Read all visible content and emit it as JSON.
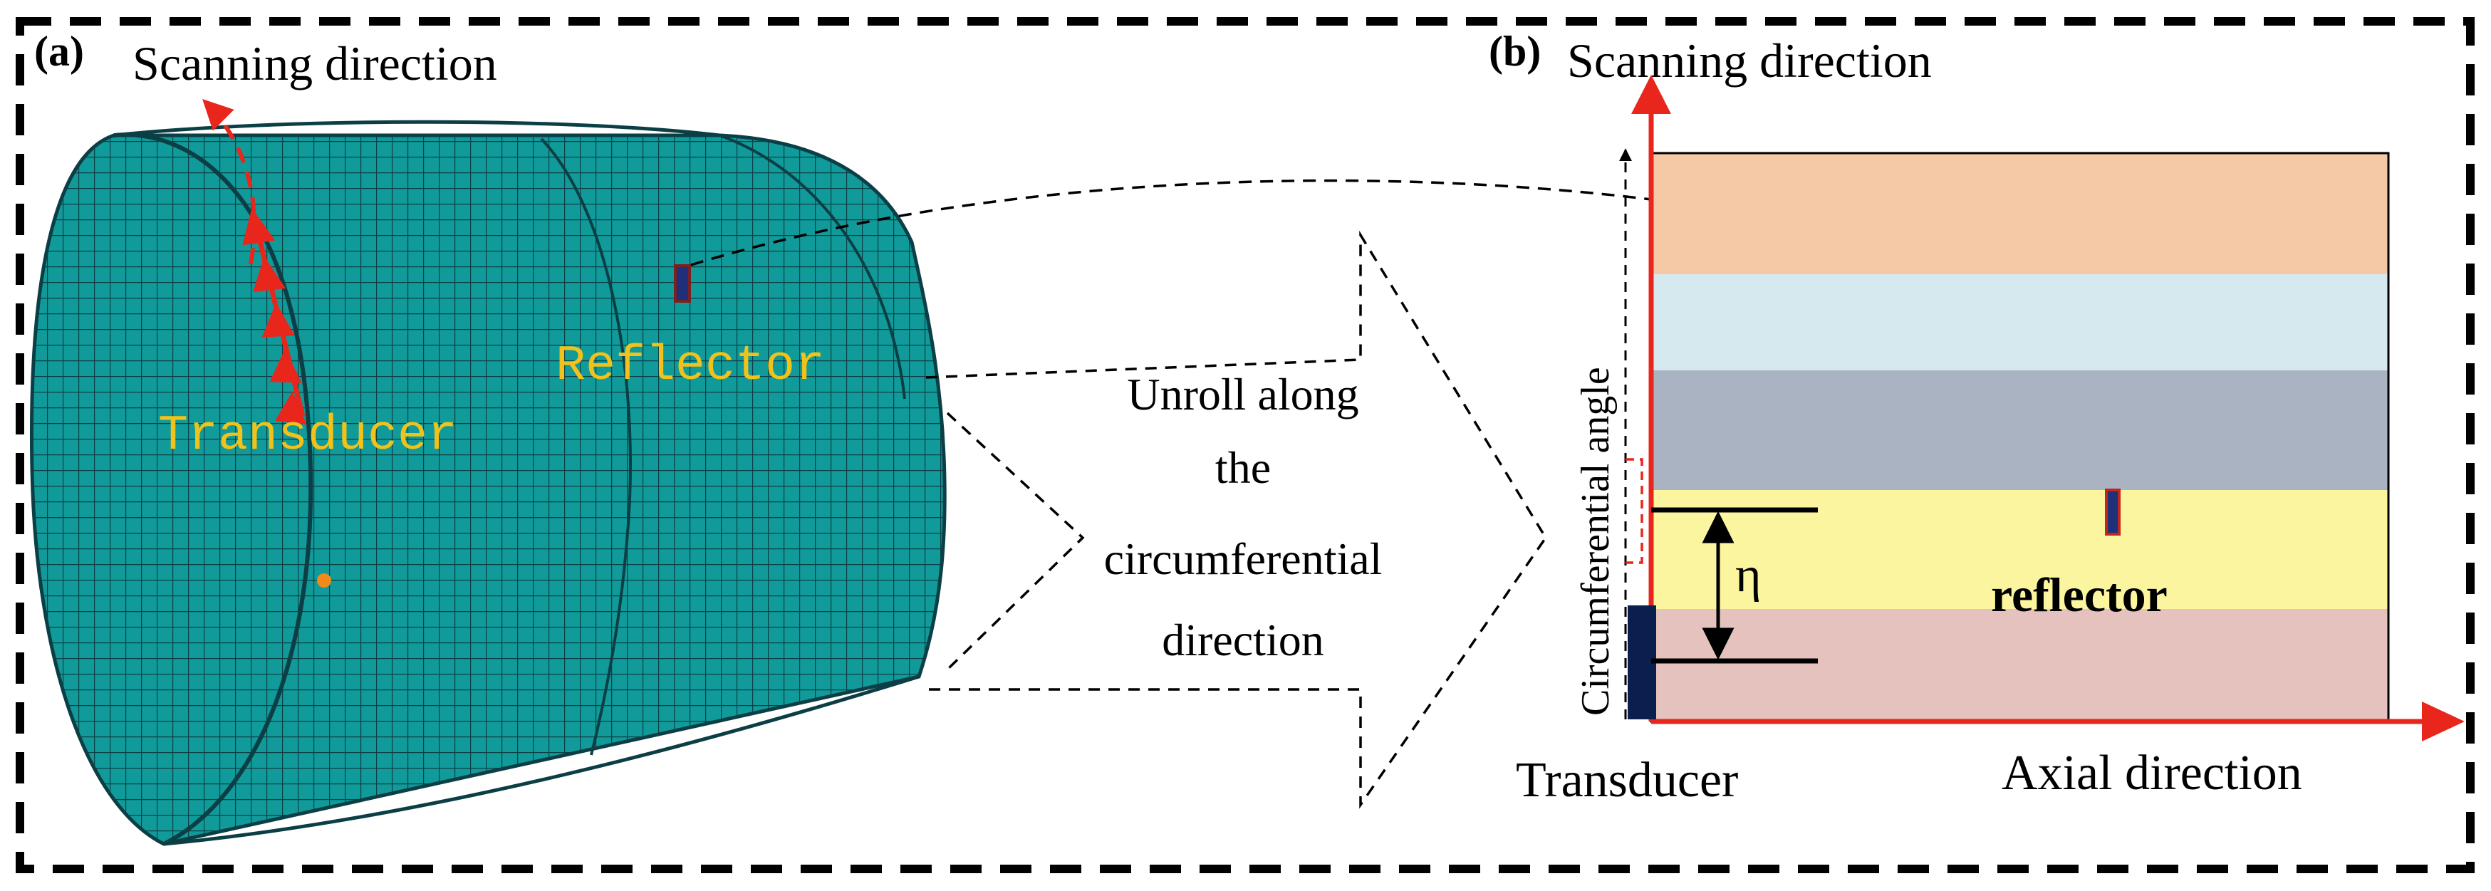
{
  "panel_a": {
    "label": "(a)",
    "scan_label": "Scanning direction",
    "reflector_label": "Reflector",
    "transducer_label": "Transducer"
  },
  "unroll": {
    "line1": "Unroll along",
    "line2": "the",
    "line3": "circumferential",
    "line4": "direction"
  },
  "panel_b": {
    "label": "(b)",
    "scan_label": "Scanning direction",
    "circ_angle_label": "Circumferential angle",
    "eta_label": "η",
    "reflector_label": "reflector",
    "transducer_label": "Transducer",
    "axial_label": "Axial direction",
    "band_colors": [
      "#f6c9a6",
      "#d6e9ee",
      "#aab3c2",
      "#fbf59f",
      "#e5c2bd"
    ]
  },
  "colors": {
    "mesh_fill": "#119a9a",
    "mesh_line": "#0b3f45",
    "label_yellow": "#f0c21a",
    "arrow_red": "#e8261c",
    "reflector_navy": "#1f2f7a",
    "transducer_navy": "#0a1f4d"
  }
}
